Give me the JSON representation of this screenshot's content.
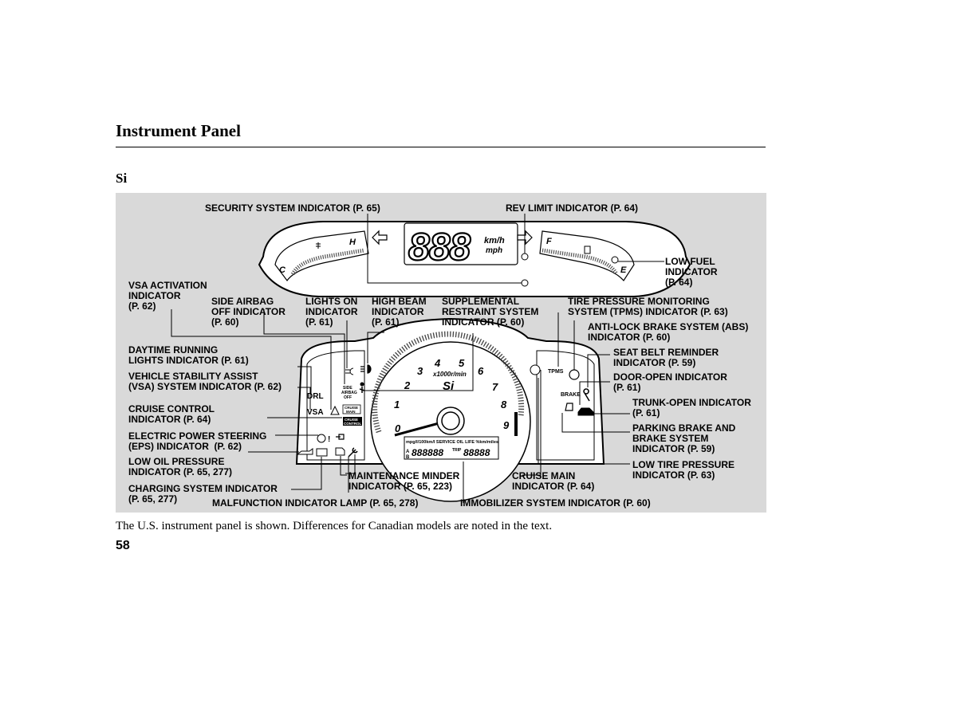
{
  "page": {
    "title": "Instrument Panel",
    "subtitle": "Si",
    "note": "The U.S. instrument panel is shown. Differences for Canadian models are noted in the text.",
    "page_number": "58"
  },
  "labels": {
    "security": "SECURITY SYSTEM INDICATOR (P. 65)",
    "rev_limit": "REV LIMIT INDICATOR (P. 64)",
    "low_fuel": "LOW FUEL\nINDICATOR\n(P. 64)",
    "vsa_activation": "VSA ACTIVATION\nINDICATOR\n(P. 62)",
    "side_airbag": "SIDE AIRBAG\nOFF INDICATOR\n(P. 60)",
    "lights_on": "LIGHTS ON\nINDICATOR\n(P. 61)",
    "high_beam": "HIGH BEAM\nINDICATOR\n(P. 61)",
    "srs": "SUPPLEMENTAL\nRESTRAINT SYSTEM\nINDICATOR (P. 60)",
    "tpms": "TIRE PRESSURE MONITORING\nSYSTEM (TPMS) INDICATOR (P. 63)",
    "abs": "ANTI-LOCK BRAKE SYSTEM (ABS)\nINDICATOR (P. 60)",
    "seat_belt": "SEAT BELT REMINDER\nINDICATOR (P. 59)",
    "door_open": "DOOR-OPEN INDICATOR\n(P. 61)",
    "trunk_open": "TRUNK-OPEN INDICATOR\n(P. 61)",
    "parking_brake": "PARKING BRAKE AND\nBRAKE SYSTEM\nINDICATOR (P. 59)",
    "low_tire": "LOW TIRE PRESSURE\nINDICATOR (P. 63)",
    "drl": "DAYTIME RUNNING\nLIGHTS INDICATOR (P. 61)",
    "vsa_system": "VEHICLE STABILITY ASSIST\n(VSA) SYSTEM INDICATOR (P. 62)",
    "cruise_control": "CRUISE CONTROL\nINDICATOR (P. 64)",
    "eps": "ELECTRIC POWER STEERING\n(EPS) INDICATOR  (P. 62)",
    "low_oil": "LOW OIL PRESSURE\nINDICATOR (P. 65, 277)",
    "charging": "CHARGING SYSTEM INDICATOR\n(P. 65, 277)",
    "maintenance": "MAINTENANCE MINDER\nINDICATOR (P. 65, 223)",
    "cruise_main": "CRUISE MAIN\nINDICATOR (P. 64)",
    "mil": "MALFUNCTION INDICATOR LAMP (P. 65, 278)",
    "immobilizer": "IMMOBILIZER SYSTEM INDICATOR (P. 60)"
  },
  "cluster": {
    "speed_digits": "888",
    "speed_unit_top": "km/h",
    "speed_unit_bottom": "mph",
    "temp_hot": "H",
    "temp_cold": "C",
    "fuel_full": "F",
    "fuel_empty": "E",
    "tach_numbers": [
      "0",
      "1",
      "2",
      "3",
      "4",
      "5",
      "6",
      "7",
      "8",
      "9"
    ],
    "tach_unit": "x1000r/min",
    "si_badge": "Si",
    "drl_text": "DRL",
    "vsa_text": "VSA",
    "tpms_text": "TPMS",
    "brake_text": "BRAKE",
    "side_airbag_text_1": "SIDE",
    "side_airbag_text_2": "AIRBAG",
    "side_airbag_text_3": "OFF",
    "cruise_main_text_1": "CRUISE",
    "cruise_main_text_2": "MAIN",
    "cruise_control_text_1": "CRUISE",
    "cruise_control_text_2": "CONTROL",
    "lcd_header": "mpg/l/100km/l  SERVICE OIL LIFE %km/miles",
    "lcd_a": "A",
    "lcd_b": "B",
    "lcd_trip": "TRIP",
    "lcd_digits_left": "888888",
    "lcd_digits_right": "88888"
  }
}
